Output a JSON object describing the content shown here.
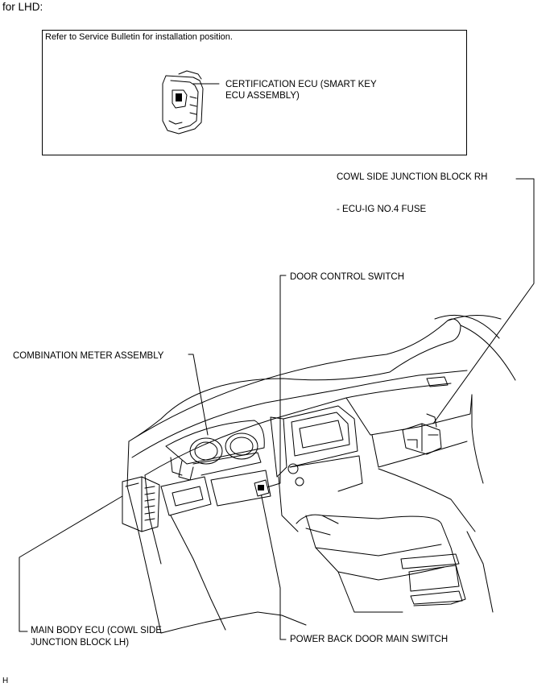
{
  "header": {
    "text": "for LHD:"
  },
  "inset": {
    "note": "Refer to Service Bulletin for installation position.",
    "certification_ecu_line1": "CERTIFICATION ECU (SMART KEY",
    "certification_ecu_line2": "ECU ASSEMBLY)"
  },
  "labels": {
    "cowl_side_junction_block_rh": "COWL SIDE JUNCTION BLOCK RH",
    "fuse": "- ECU-IG NO.4 FUSE",
    "door_control_switch": "DOOR CONTROL SWITCH",
    "combination_meter": "COMBINATION METER ASSEMBLY",
    "main_body_ecu_line1": "MAIN BODY ECU (COWL SIDE",
    "main_body_ecu_line2": "JUNCTION BLOCK LH)",
    "power_back_door_switch": "POWER BACK DOOR MAIN SWITCH"
  },
  "figure_code": "H"
}
